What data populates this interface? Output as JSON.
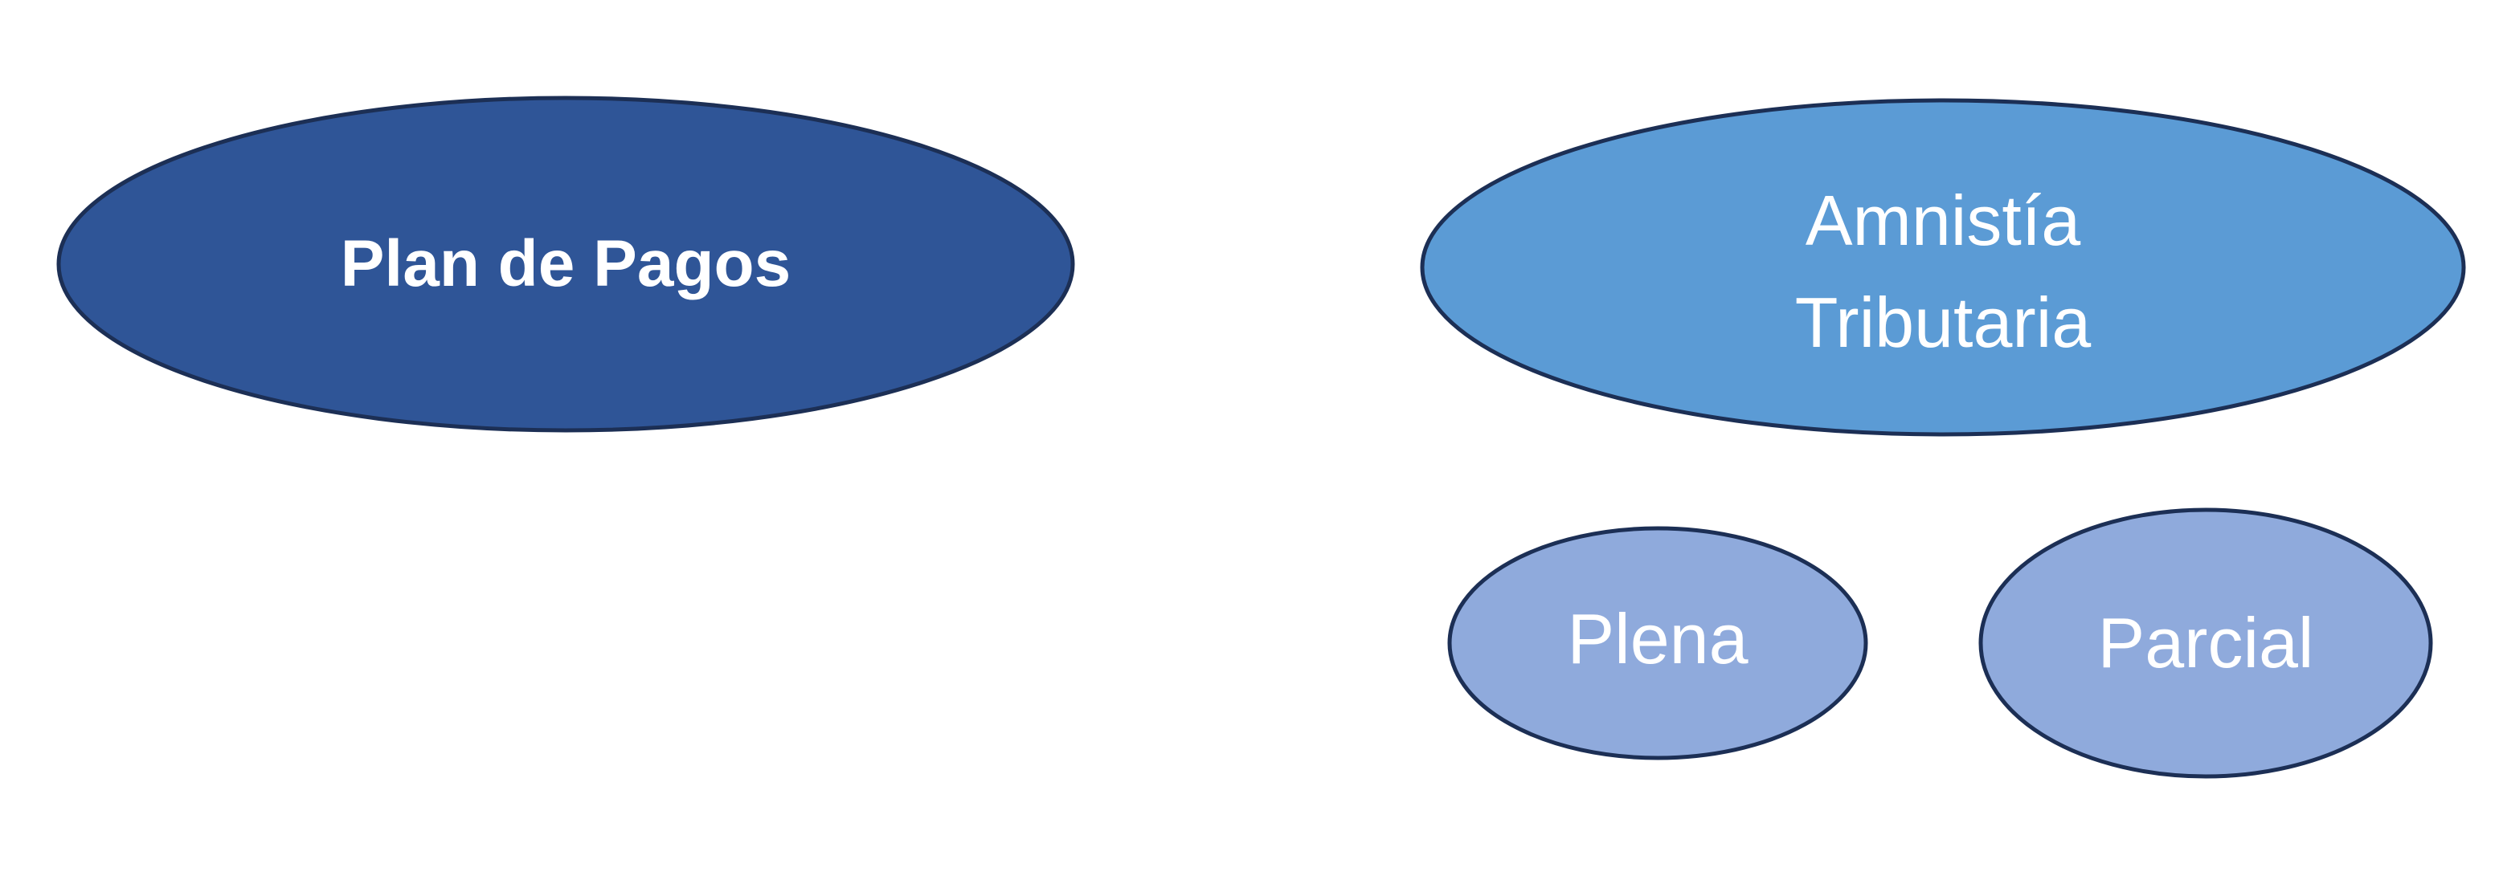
{
  "nodes": {
    "plan": {
      "label": "Plan de Pagos",
      "color": "#2F5597"
    },
    "amnistia": {
      "line1": "Amnistía",
      "line2": "Tributaria",
      "color": "#5B9BD5"
    },
    "plena": {
      "label": "Plena",
      "color": "#8FAADC"
    },
    "parcial": {
      "label": "Parcial",
      "color": "#8FAADC"
    }
  },
  "stroke_color": "#1C2F55"
}
